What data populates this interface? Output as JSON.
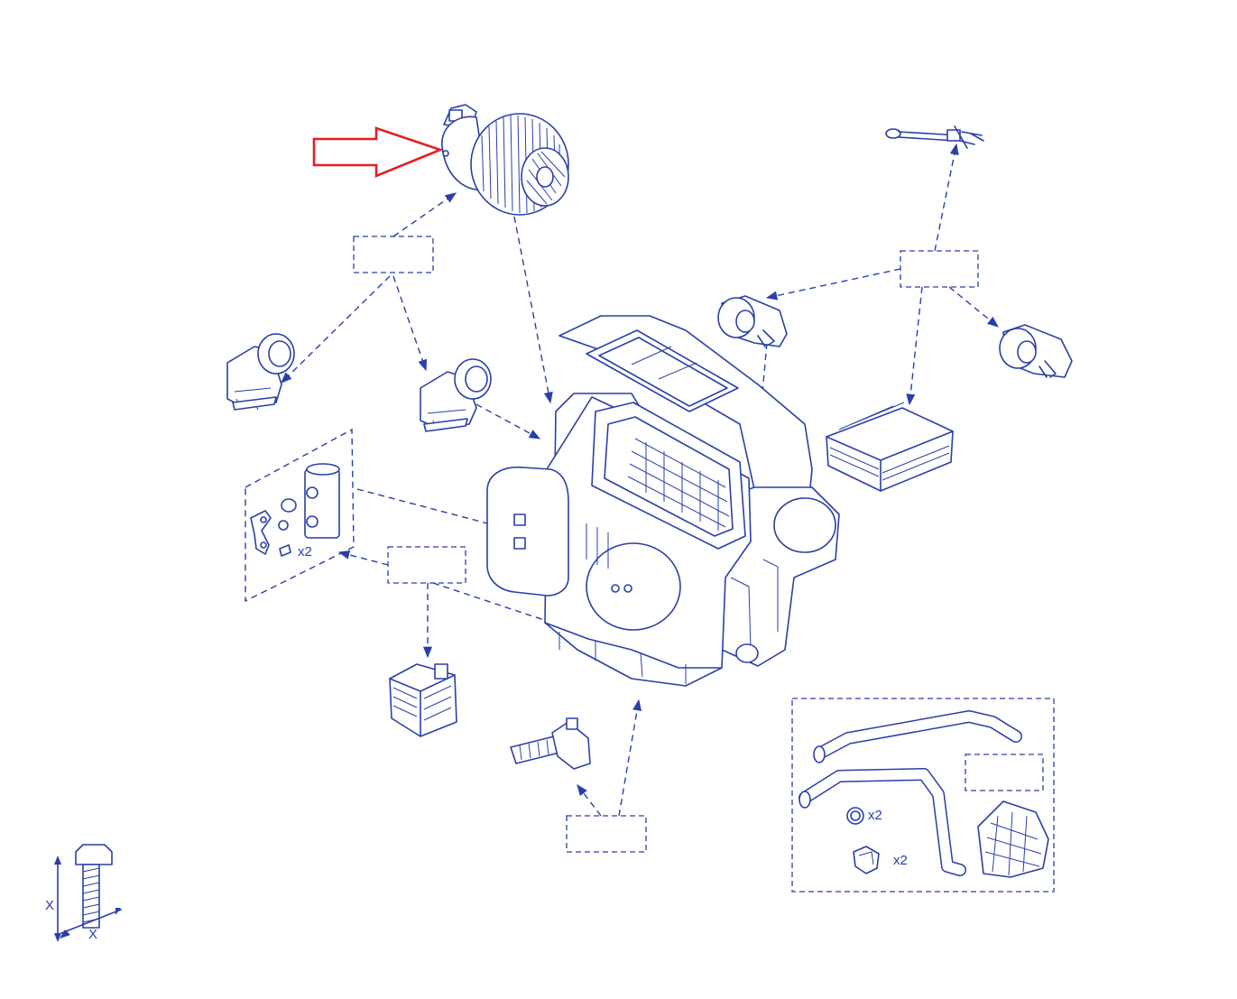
{
  "labels": {
    "qty_screws": "x2",
    "qty_orings": "x2",
    "qty_clips": "x2",
    "dim_vertical": "X",
    "dim_horizontal": "X"
  },
  "highlight_color": "#e02020",
  "line_color": "#2a3fa8",
  "icons": [
    "blower-motor",
    "temperature-sensor",
    "flap-actuator",
    "control-module",
    "expansion-valve",
    "blower-resistor",
    "evaporator-sensor",
    "heater-hoses",
    "bolt-dimension",
    "highlight-arrow"
  ]
}
